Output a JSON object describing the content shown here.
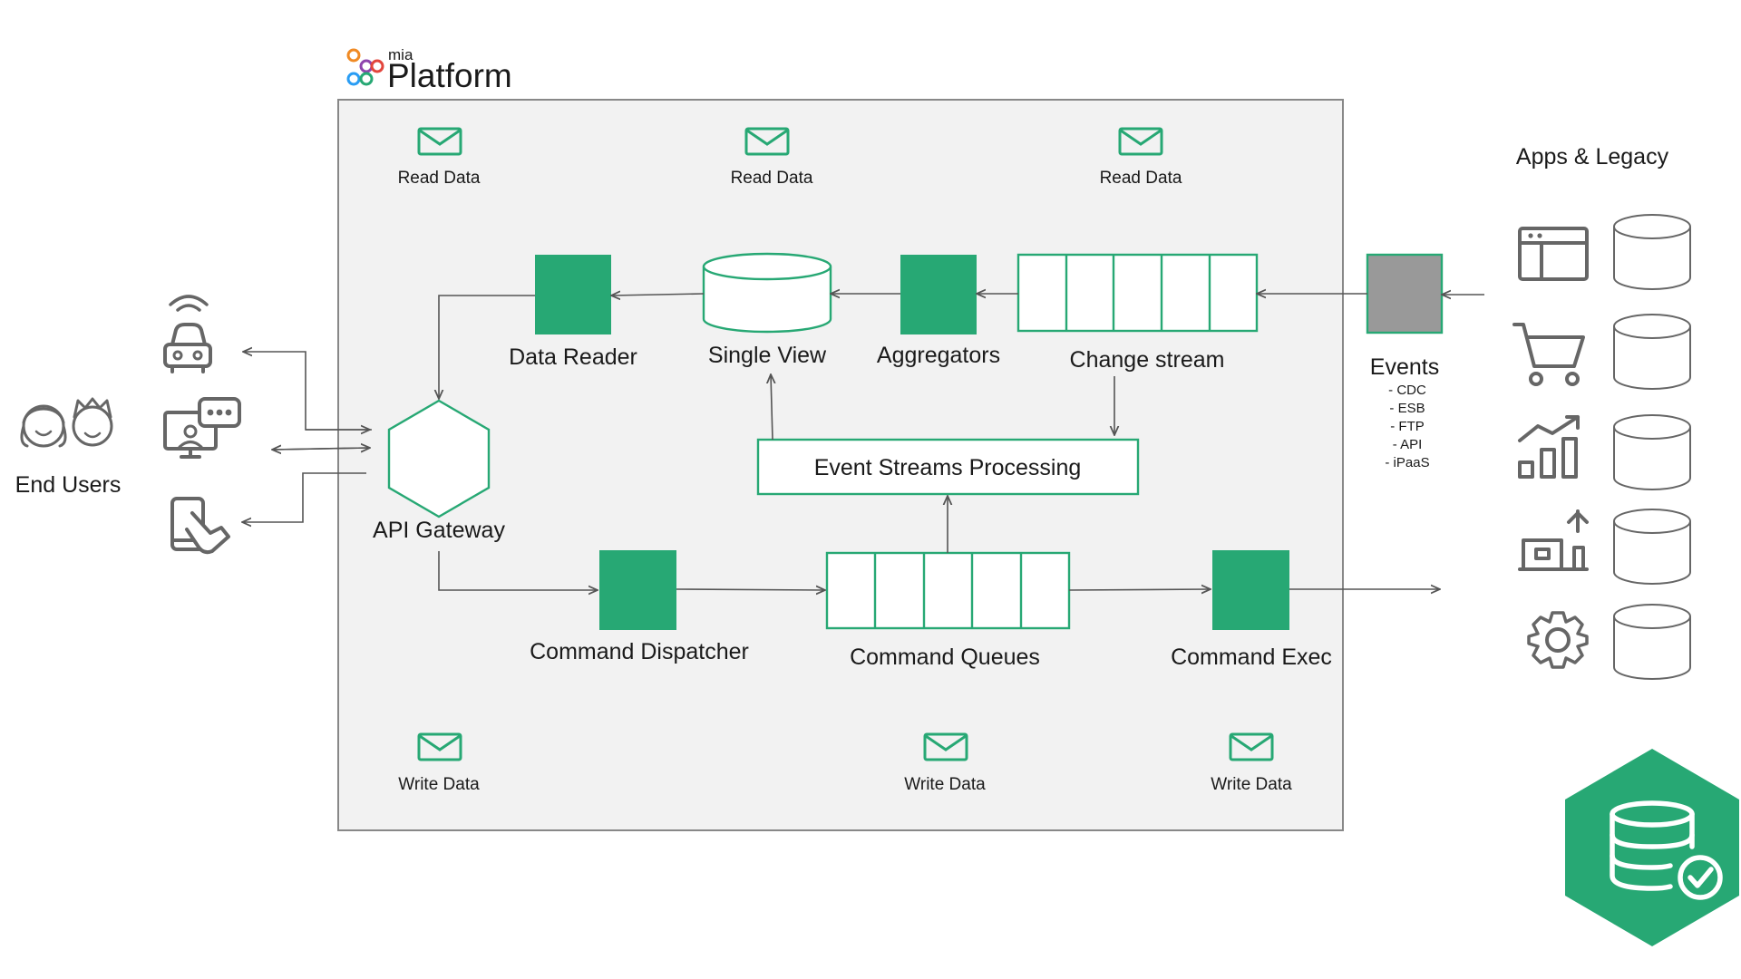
{
  "logo": {
    "small": "mia",
    "brand": "Platform"
  },
  "left": {
    "end_users": "End Users"
  },
  "right": {
    "apps_legacy": "Apps & Legacy",
    "events_title": "Events",
    "events_list": [
      "- CDC",
      "- ESB",
      "- FTP",
      "- API",
      "- iPaaS"
    ]
  },
  "mail_read": [
    "Read Data",
    "Read Data",
    "Read Data"
  ],
  "mail_write": [
    "Write Data",
    "Write Data",
    "Write Data"
  ],
  "nodes": {
    "data_reader": "Data Reader",
    "single_view": "Single View",
    "aggregators": "Aggregators",
    "change_stream": "Change stream",
    "event_streams": "Event Streams Processing",
    "api_gateway": "API Gateway",
    "command_dispatcher": "Command Dispatcher",
    "command_queues": "Command Queues",
    "command_exec": "Command Exec"
  },
  "colors": {
    "accent_green": "#27a874",
    "events_gray": "#999999",
    "platform_bg": "#f2f2f2",
    "line_gray": "#555555"
  },
  "icons": {
    "left_devices": [
      "connected-car-icon",
      "desktop-chat-icon",
      "mobile-touch-icon"
    ],
    "apps": [
      "browser-window-icon",
      "shopping-cart-icon",
      "growth-chart-icon",
      "factory-icon",
      "gear-icon"
    ],
    "badge": "database-check-icon"
  }
}
